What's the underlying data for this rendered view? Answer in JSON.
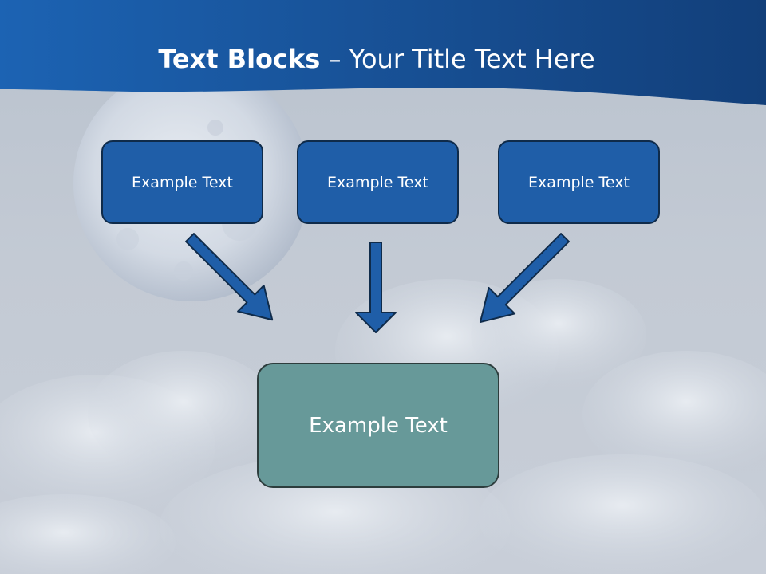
{
  "slide": {
    "title_bold": "Text Blocks",
    "title_dash": " – ",
    "title_rest": "Your Title Text Here",
    "top_boxes": [
      {
        "label": "Example Text"
      },
      {
        "label": "Example Text"
      },
      {
        "label": "Example Text"
      }
    ],
    "bottom_box": {
      "label": "Example Text"
    }
  },
  "colors": {
    "header_band": "#1d5aa6",
    "top_box_fill": "#1f5ea8",
    "bottom_box_fill": "#679999",
    "arrow_fill": "#1f5ea8",
    "background": "#c3cad4"
  }
}
